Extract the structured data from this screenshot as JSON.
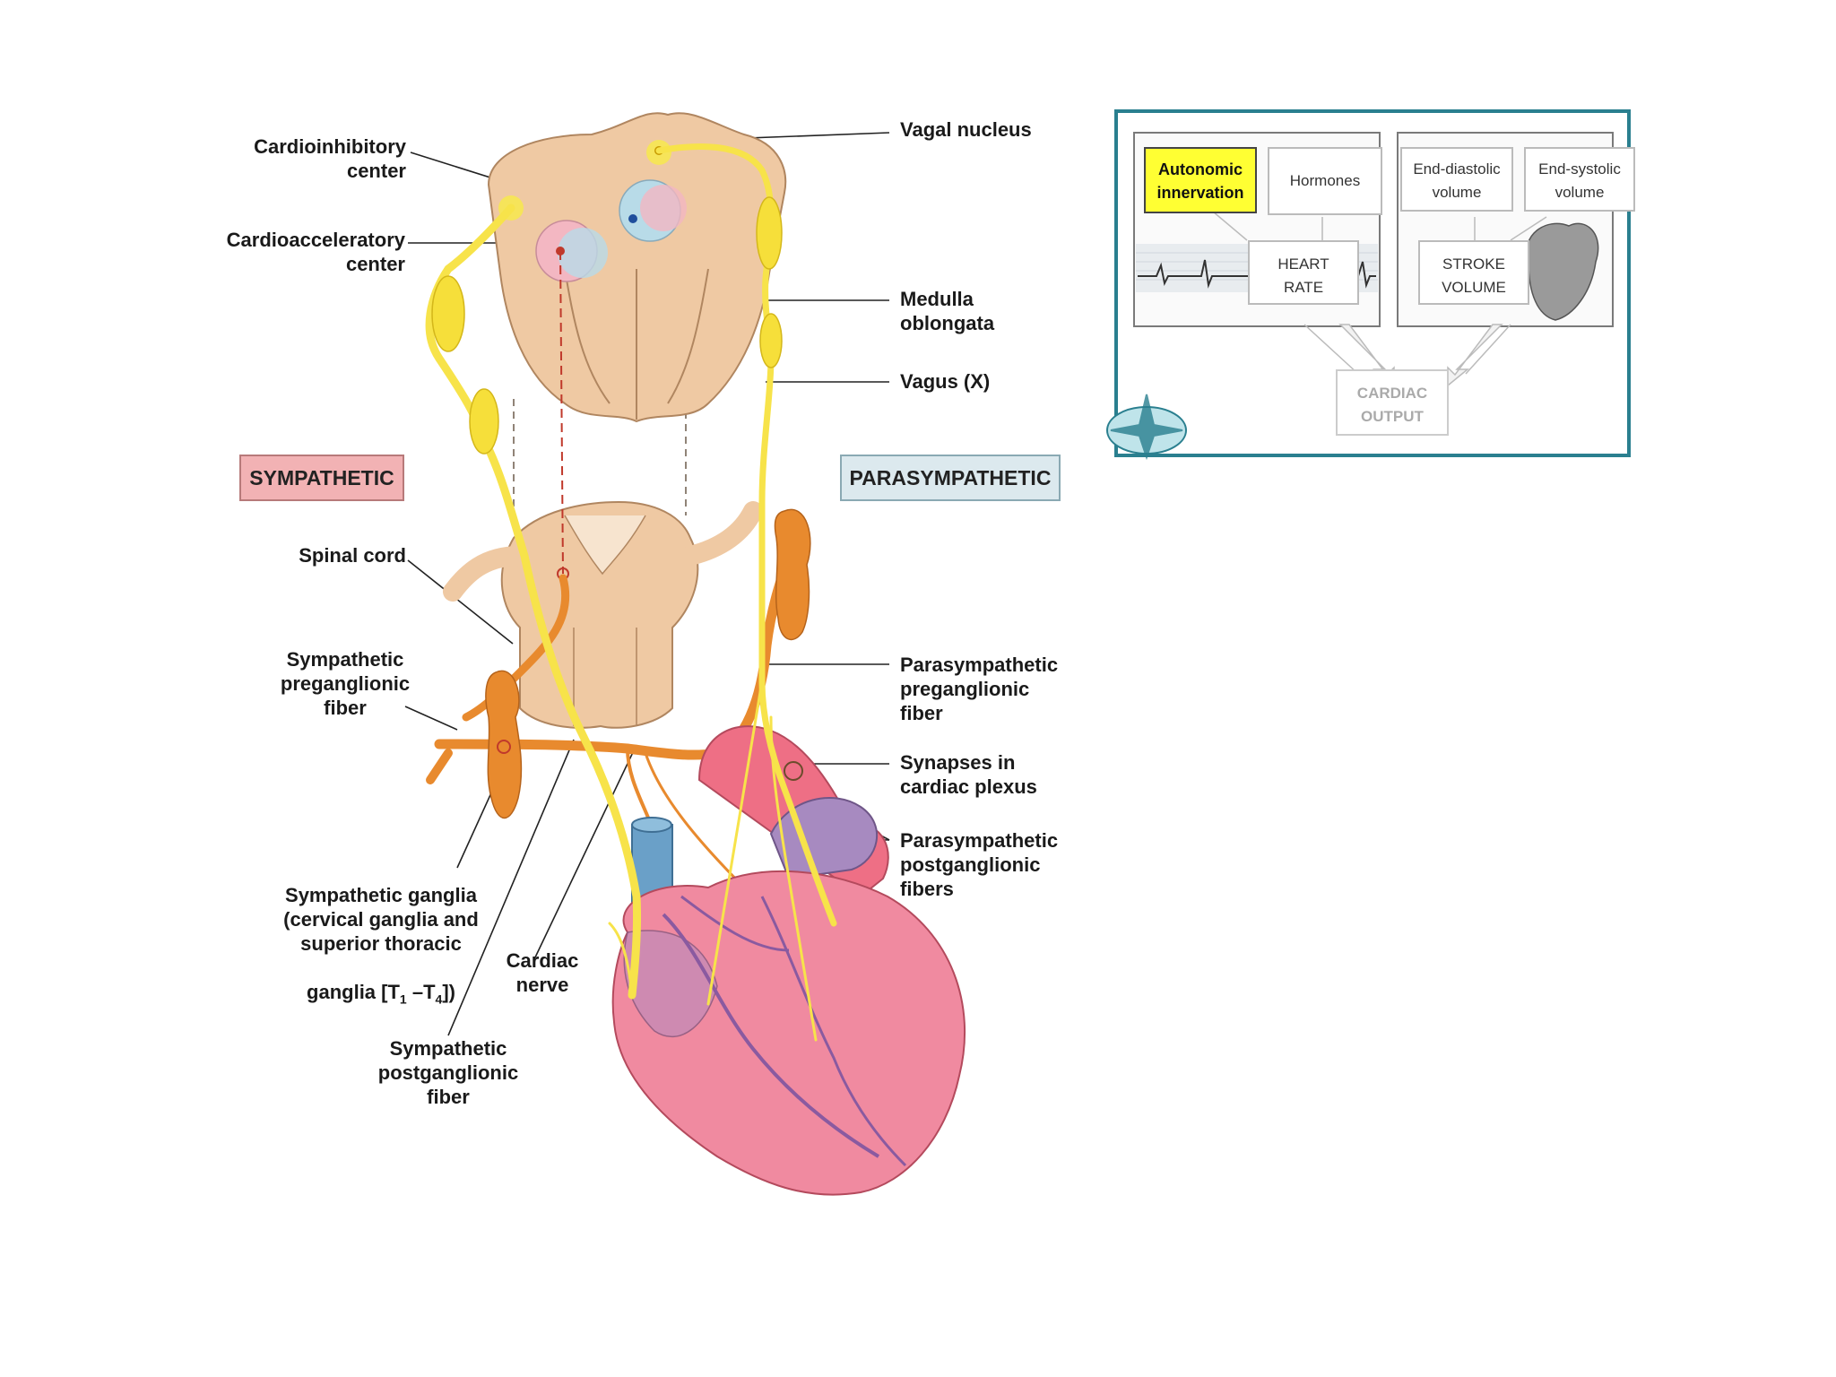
{
  "labels": {
    "cardioinhibitory": "Cardioinhibitory\ncenter",
    "cardioacceleratory": "Cardioacceleratory\ncenter",
    "vagal_nucleus": "Vagal nucleus",
    "medulla": "Medulla\noblongata",
    "vagus": "Vagus (X)",
    "sympathetic": "SYMPATHETIC",
    "parasympathetic": "PARASYMPATHETIC",
    "spinal_cord": "Spinal cord",
    "symp_pregang": "Sympathetic\npreganglionic\nfiber",
    "para_pregang": "Parasympathetic\npreganglionic\nfiber",
    "synapses": "Synapses in\ncardiac plexus",
    "para_postgang": "Parasympathetic\npostganglionic\nfibers",
    "symp_ganglia_1": "Sympathetic ganglia\n(cervical ganglia and\nsuperior thoracic",
    "symp_ganglia_2": "ganglia [T",
    "symp_ganglia_sub1": "1",
    "symp_ganglia_3": " –T",
    "symp_ganglia_sub4": "4",
    "symp_ganglia_4": "])",
    "cardiac_nerve": "Cardiac\nnerve",
    "symp_postgang": "Sympathetic\npostganglionic\nfiber"
  },
  "inset": {
    "autonomic": "Autonomic\ninnervation",
    "hormones": "Hormones",
    "heart_rate": "HEART\nRATE",
    "end_diastolic": "End-diastolic\nvolume",
    "end_systolic": "End-systolic\nvolume",
    "stroke_volume": "STROKE\nVOLUME",
    "cardiac_output": "CARDIAC\nOUTPUT"
  },
  "colors": {
    "nerve_yellow": "#f7e34a",
    "sympathetic_orange": "#e88a2e",
    "medulla_tan": "#efc9a3",
    "heart_pink": "#f08aa0",
    "aorta_blue": "#6aa0c8",
    "inset_border": "#2a7f8f",
    "highlight_yellow": "#ffff33"
  }
}
